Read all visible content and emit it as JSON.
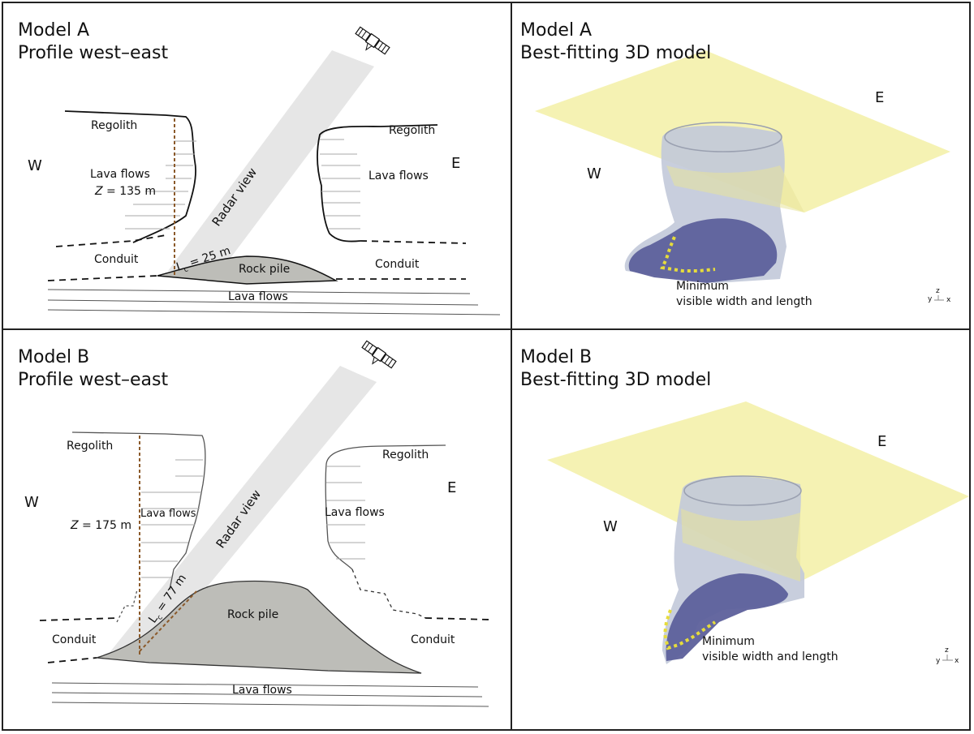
{
  "panels": {
    "a_profile": {
      "title": "Model A",
      "subtitle": "Profile west–east",
      "labels": {
        "regolith_w": "Regolith",
        "regolith_e": "Regolith",
        "west": "W",
        "east": "E",
        "lava_w": "Lava flows",
        "lava_e": "Lava flows",
        "depth_z": "Z",
        "depth_val": " = 135 m",
        "radar": "Radar view",
        "lc_l": "L",
        "lc_sub": "c",
        "lc_val": " = 25 m",
        "rock_pile": "Rock pile",
        "conduit_w": "Conduit",
        "conduit_e": "Conduit",
        "lava_bottom": "Lava flows"
      }
    },
    "a_model": {
      "title": "Model A",
      "subtitle": "Best-fitting 3D model",
      "labels": {
        "east": "E",
        "west": "W",
        "minimum_1": "Minimum",
        "minimum_2": "visible width and length",
        "axis_z": "z",
        "axis_y": "y",
        "axis_x": "x"
      }
    },
    "b_profile": {
      "title": "Model B",
      "subtitle": "Profile west–east",
      "labels": {
        "regolith_w": "Regolith",
        "regolith_e": "Regolith",
        "west": "W",
        "east": "E",
        "lava_w": "Lava flows",
        "lava_e": "Lava flows",
        "depth_z": "Z",
        "depth_val": " = 175 m",
        "radar": "Radar view",
        "lc_l": "L",
        "lc_sub": "c",
        "lc_val": " = 77 m",
        "rock_pile": "Rock pile",
        "conduit_w": "Conduit",
        "conduit_e": "Conduit",
        "lava_bottom": "Lava flows"
      }
    },
    "b_model": {
      "title": "Model B",
      "subtitle": "Best-fitting 3D model",
      "labels": {
        "east": "E",
        "west": "W",
        "minimum_1": "Minimum",
        "minimum_2": "visible width and length",
        "axis_z": "z",
        "axis_y": "y",
        "axis_x": "x"
      }
    }
  },
  "colors": {
    "border": "#222222",
    "radar_beam": "#e8e8e8",
    "rock_pile": "#bdbdb8",
    "depth_line": "#8b5a2b",
    "surface_plane": "#f2ef9c",
    "pit_wall": "#b9c3d6",
    "pit_floor": "#5c5f9a",
    "outline_marker": "#e6dc3c"
  },
  "icons": {
    "satellite": "satellite-icon"
  }
}
